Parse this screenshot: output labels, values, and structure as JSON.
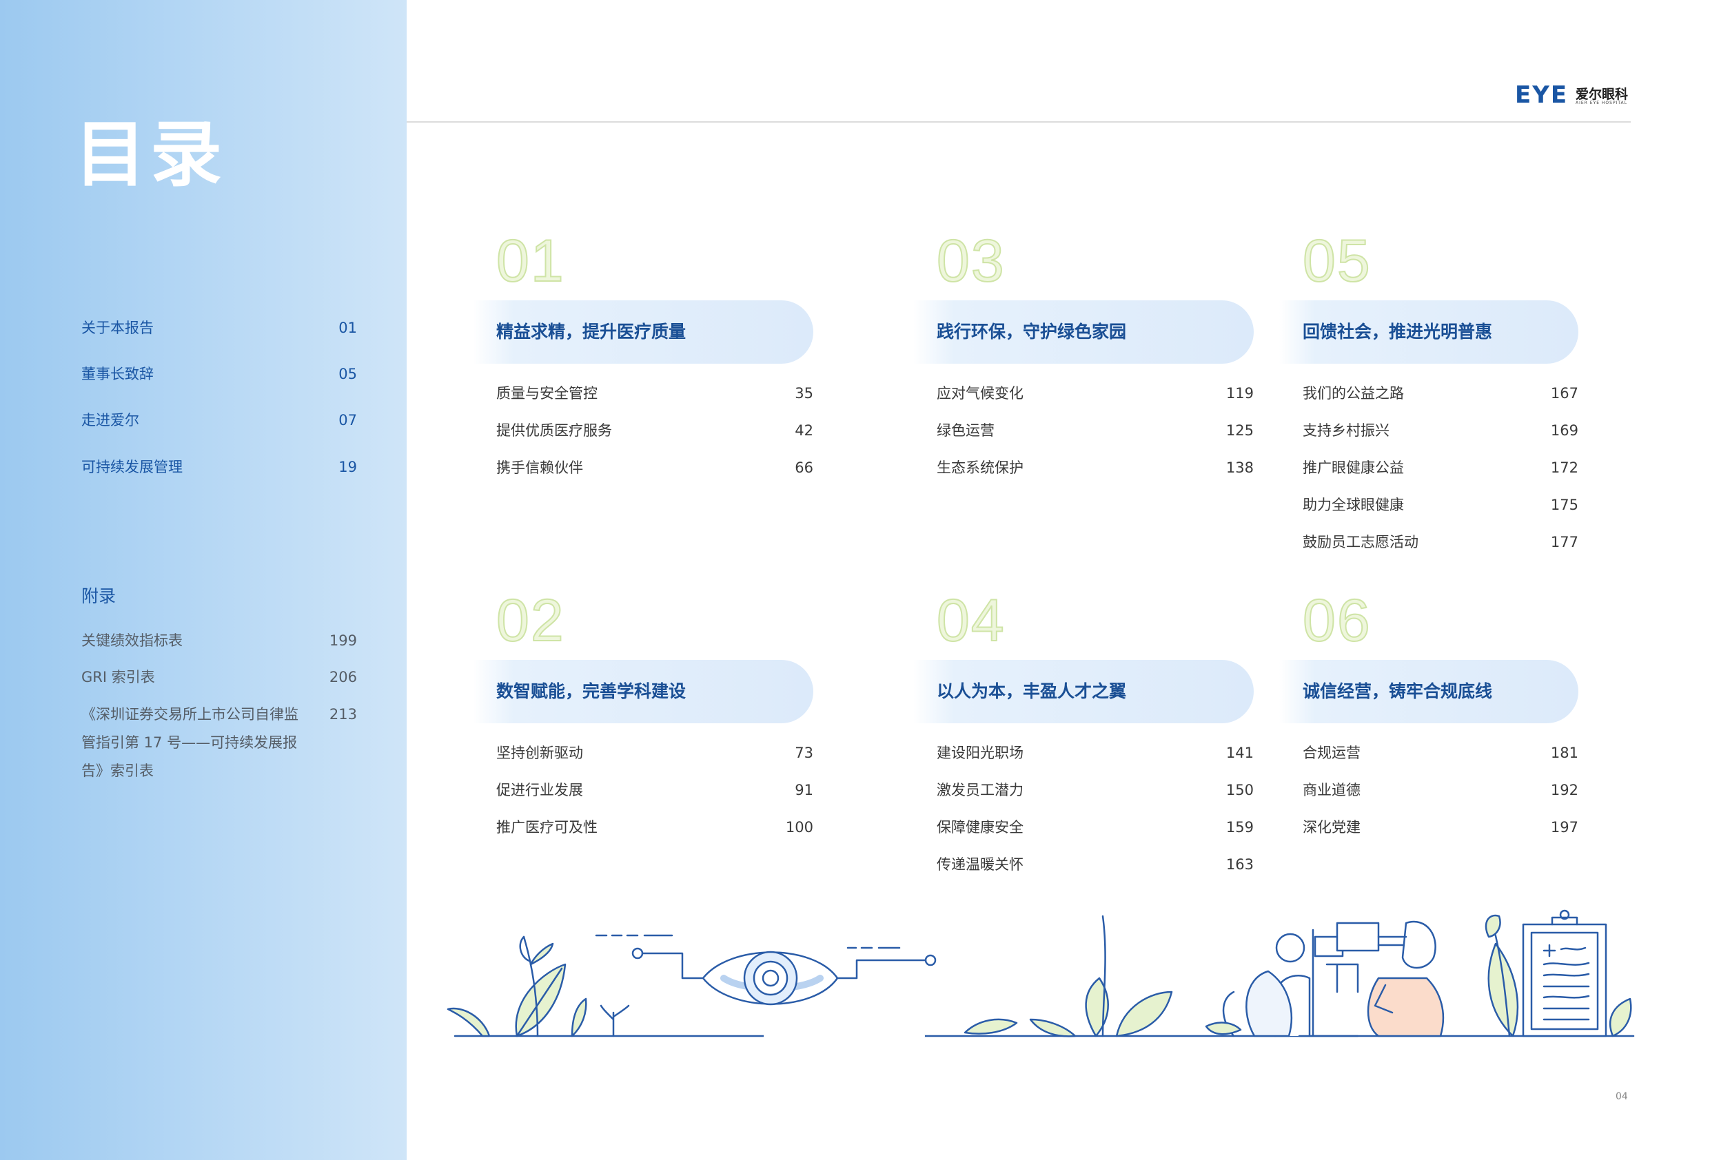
{
  "title": "目录",
  "left_nav": [
    {
      "label": "关于本报告",
      "page": "01"
    },
    {
      "label": "董事长致辞",
      "page": "05"
    },
    {
      "label": "走进爱尔",
      "page": "07"
    },
    {
      "label": "可持续发展管理",
      "page": "19"
    }
  ],
  "appendix": {
    "title": "附录",
    "items": [
      {
        "label": "关键绩效指标表",
        "page": "199"
      },
      {
        "label": "GRI 索引表",
        "page": "206"
      },
      {
        "label": "《深圳证券交易所上市公司自律监管指引第 17 号——可持续发展报告》索引表",
        "page": "213"
      }
    ]
  },
  "logo": {
    "mark": "EYE",
    "name_cn": "爱尔眼科",
    "name_en": "AIER EYE HOSPITAL"
  },
  "sections": [
    {
      "num": "01",
      "title": "精益求精，提升医疗质量",
      "items": [
        {
          "label": "质量与安全管控",
          "page": "35"
        },
        {
          "label": "提供优质医疗服务",
          "page": "42"
        },
        {
          "label": "携手信赖伙伴",
          "page": "66"
        }
      ]
    },
    {
      "num": "02",
      "title": "数智赋能，完善学科建设",
      "items": [
        {
          "label": "坚持创新驱动",
          "page": "73"
        },
        {
          "label": "促进行业发展",
          "page": "91"
        },
        {
          "label": "推广医疗可及性",
          "page": "100"
        }
      ]
    },
    {
      "num": "03",
      "title": "践行环保，守护绿色家园",
      "items": [
        {
          "label": "应对气候变化",
          "page": "119"
        },
        {
          "label": "绿色运营",
          "page": "125"
        },
        {
          "label": "生态系统保护",
          "page": "138"
        }
      ]
    },
    {
      "num": "04",
      "title": "以人为本，丰盈人才之翼",
      "items": [
        {
          "label": "建设阳光职场",
          "page": "141"
        },
        {
          "label": "激发员工潜力",
          "page": "150"
        },
        {
          "label": "保障健康安全",
          "page": "159"
        },
        {
          "label": "传递温暖关怀",
          "page": "163"
        }
      ]
    },
    {
      "num": "05",
      "title": "回馈社会，推进光明普惠",
      "items": [
        {
          "label": "我们的公益之路",
          "page": "167"
        },
        {
          "label": "支持乡村振兴",
          "page": "169"
        },
        {
          "label": "推广眼健康公益",
          "page": "172"
        },
        {
          "label": "助力全球眼健康",
          "page": "175"
        },
        {
          "label": "鼓励员工志愿活动",
          "page": "177"
        }
      ]
    },
    {
      "num": "06",
      "title": "诚信经营，铸牢合规底线",
      "items": [
        {
          "label": "合规运营",
          "page": "181"
        },
        {
          "label": "商业道德",
          "page": "192"
        },
        {
          "label": "深化党建",
          "page": "197"
        }
      ]
    }
  ],
  "page_number": "04",
  "colors": {
    "accent": "#1a56a4",
    "panel": "#b3d6f4",
    "number_outline": "#cfe4a6",
    "leaf_fill": "#e6f2cf",
    "skin_fill": "#fbdccb"
  }
}
